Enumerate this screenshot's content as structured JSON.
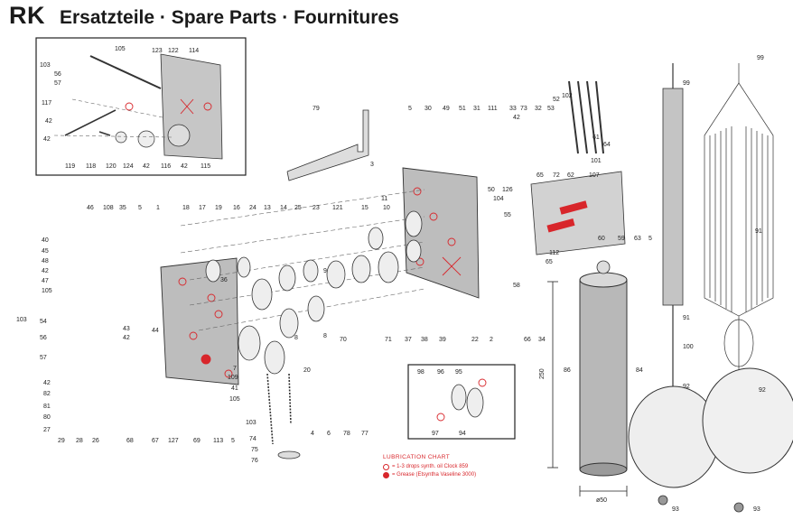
{
  "header": {
    "code": "RK",
    "title": "Ersatzteile · Spare Parts · Fournitures"
  },
  "legend": {
    "title": "LUBRICATION CHART",
    "oil": "= 1-3 drops synth. oil Clock 859",
    "grease": "= Grease (Etsyntha Vaseline 3000)"
  },
  "dimensions": {
    "height": "250",
    "diameter": "ø50"
  },
  "colors": {
    "ink": "#222222",
    "lubrication": "#d8262b",
    "plate_fill": "#bdbdbd"
  },
  "callouts": {
    "inset_top_left": [
      "105",
      "123",
      "122",
      "114",
      "103",
      "56",
      "57",
      "117",
      "42",
      "42",
      "119",
      "118",
      "120",
      "124",
      "42",
      "116",
      "42",
      "115"
    ],
    "upper_middle": [
      "79",
      "5",
      "30",
      "49",
      "51",
      "31",
      "111",
      "33",
      "73",
      "42",
      "32",
      "53",
      "52",
      "102",
      "3",
      "11",
      "50",
      "126",
      "104",
      "65",
      "72",
      "62",
      "107",
      "101",
      "64",
      "61",
      "10",
      "55",
      "112",
      "65",
      "60",
      "59",
      "63",
      "5"
    ],
    "main_movement": [
      "46",
      "108",
      "35",
      "5",
      "1",
      "18",
      "17",
      "19",
      "16",
      "24",
      "13",
      "14",
      "25",
      "23",
      "121",
      "15",
      "40",
      "45",
      "48",
      "42",
      "47",
      "105",
      "103",
      "54",
      "56",
      "57",
      "42",
      "82",
      "81",
      "80",
      "27",
      "29",
      "28",
      "26",
      "68",
      "67",
      "127",
      "69",
      "113",
      "5",
      "43",
      "42",
      "44",
      "36",
      "9",
      "8",
      "8",
      "70",
      "71",
      "37",
      "38",
      "39",
      "22",
      "2",
      "66",
      "34",
      "58",
      "7",
      "109",
      "41",
      "105",
      "103",
      "74",
      "75",
      "76",
      "20",
      "4",
      "6",
      "78",
      "77"
    ],
    "inset_bottom": [
      "98",
      "96",
      "95",
      "97",
      "94"
    ],
    "right_pendulums": [
      "99",
      "99",
      "91",
      "91",
      "100",
      "92",
      "92",
      "93",
      "93",
      "86",
      "84"
    ]
  }
}
